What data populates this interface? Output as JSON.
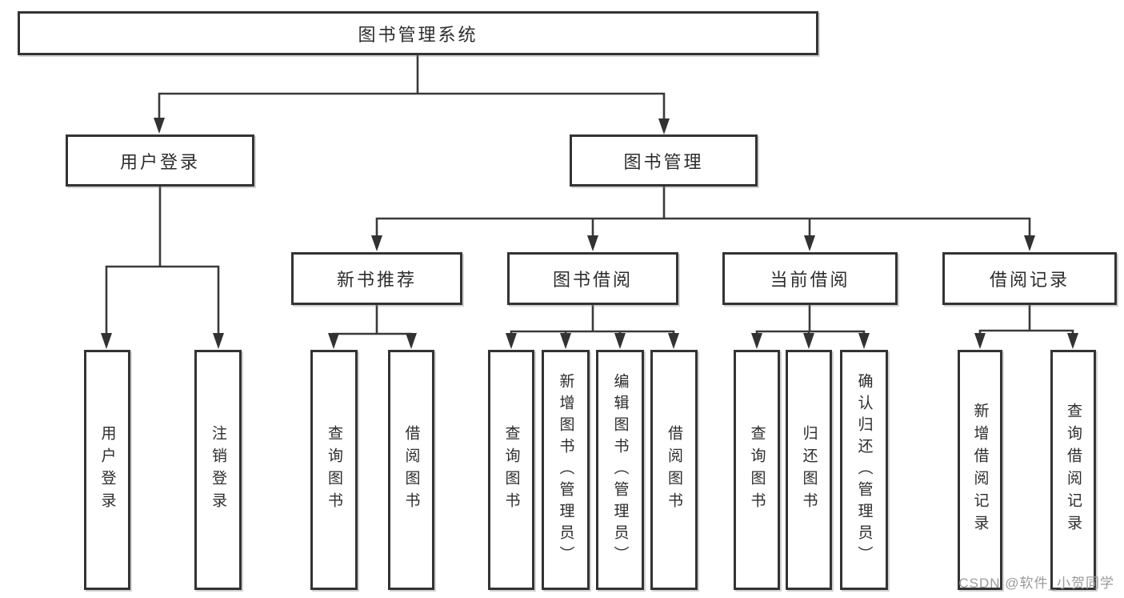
{
  "tree": {
    "root": {
      "label": "图书管理系统"
    },
    "children": [
      {
        "label": "用户登录",
        "children": [
          {
            "label": "用户登录"
          },
          {
            "label": "注销登录"
          }
        ]
      },
      {
        "label": "图书管理",
        "children": [
          {
            "label": "新书推荐",
            "children": [
              {
                "label": "查询图书"
              },
              {
                "label": "借阅图书"
              }
            ]
          },
          {
            "label": "图书借阅",
            "children": [
              {
                "label": "查询图书"
              },
              {
                "label": "新增图书（管理员）"
              },
              {
                "label": "编辑图书（管理员）"
              },
              {
                "label": "借阅图书"
              }
            ]
          },
          {
            "label": "当前借阅",
            "children": [
              {
                "label": "查询图书"
              },
              {
                "label": "归还图书"
              },
              {
                "label": "确认归还（管理员）"
              }
            ]
          },
          {
            "label": "借阅记录",
            "children": [
              {
                "label": "新增借阅记录"
              },
              {
                "label": "查询借阅记录"
              }
            ]
          }
        ]
      }
    ]
  },
  "watermark": "CSDN @软件_小贺同学",
  "colors": {
    "line": "#3a3a3a",
    "box_border": "#333333",
    "text": "#2d2d2d",
    "watermark": "#9b9b9b",
    "background": "#ffffff"
  }
}
